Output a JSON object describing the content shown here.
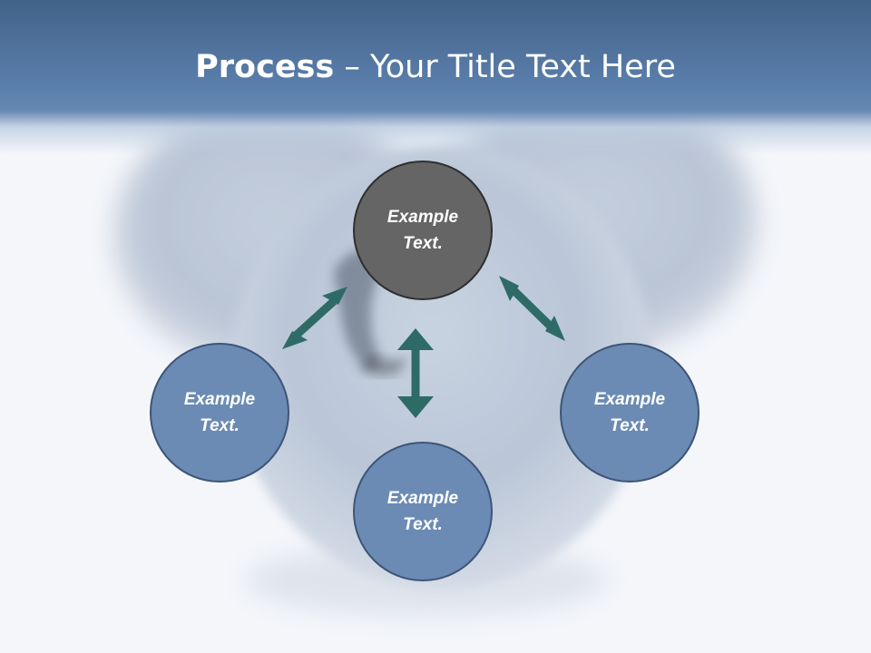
{
  "title": {
    "bold": "Process",
    "rest": " – Your Title Text Here"
  },
  "nodes": {
    "top": {
      "line1": "Example",
      "line2": "Text."
    },
    "left": {
      "line1": "Example",
      "line2": "Text."
    },
    "right": {
      "line1": "Example",
      "line2": "Text."
    },
    "bottom": {
      "line1": "Example",
      "line2": "Text."
    }
  },
  "colors": {
    "header": "#4d6f98",
    "center_node": "#656565",
    "outer_node": "#6b8bb4",
    "arrow": "#2e6b67",
    "background": "#f3f5f9"
  }
}
